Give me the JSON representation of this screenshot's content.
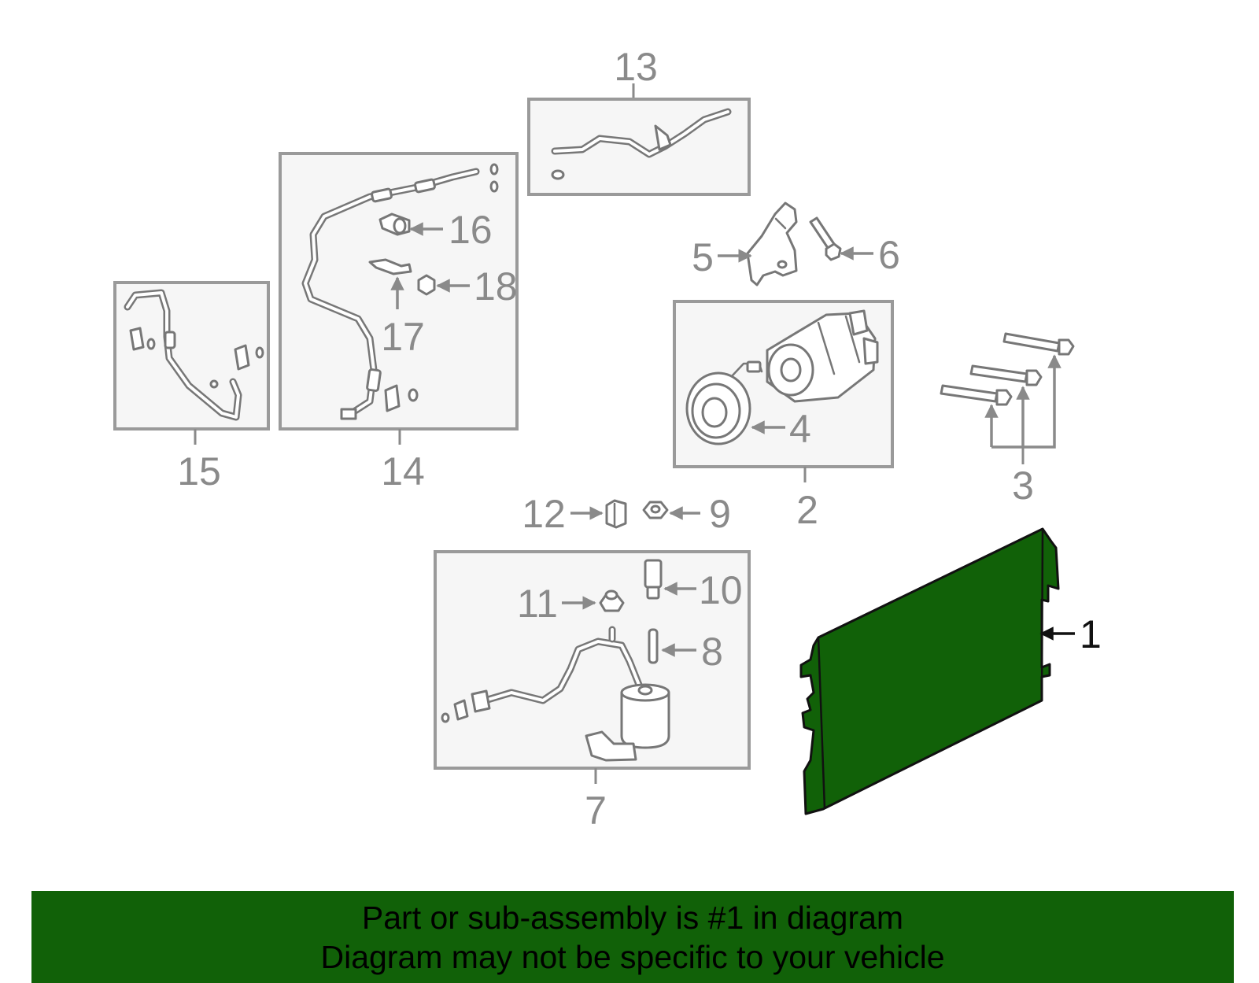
{
  "callouts": {
    "c1": "1",
    "c2": "2",
    "c3": "3",
    "c4": "4",
    "c5": "5",
    "c6": "6",
    "c7": "7",
    "c8": "8",
    "c9": "9",
    "c10": "10",
    "c11": "11",
    "c12": "12",
    "c13": "13",
    "c14": "14",
    "c15": "15",
    "c16": "16",
    "c17": "17",
    "c18": "18"
  },
  "highlight_color": "#116108",
  "banner": {
    "line1": "Part or sub-assembly is #1 in diagram",
    "line2": "Diagram may not be specific to your vehicle"
  }
}
